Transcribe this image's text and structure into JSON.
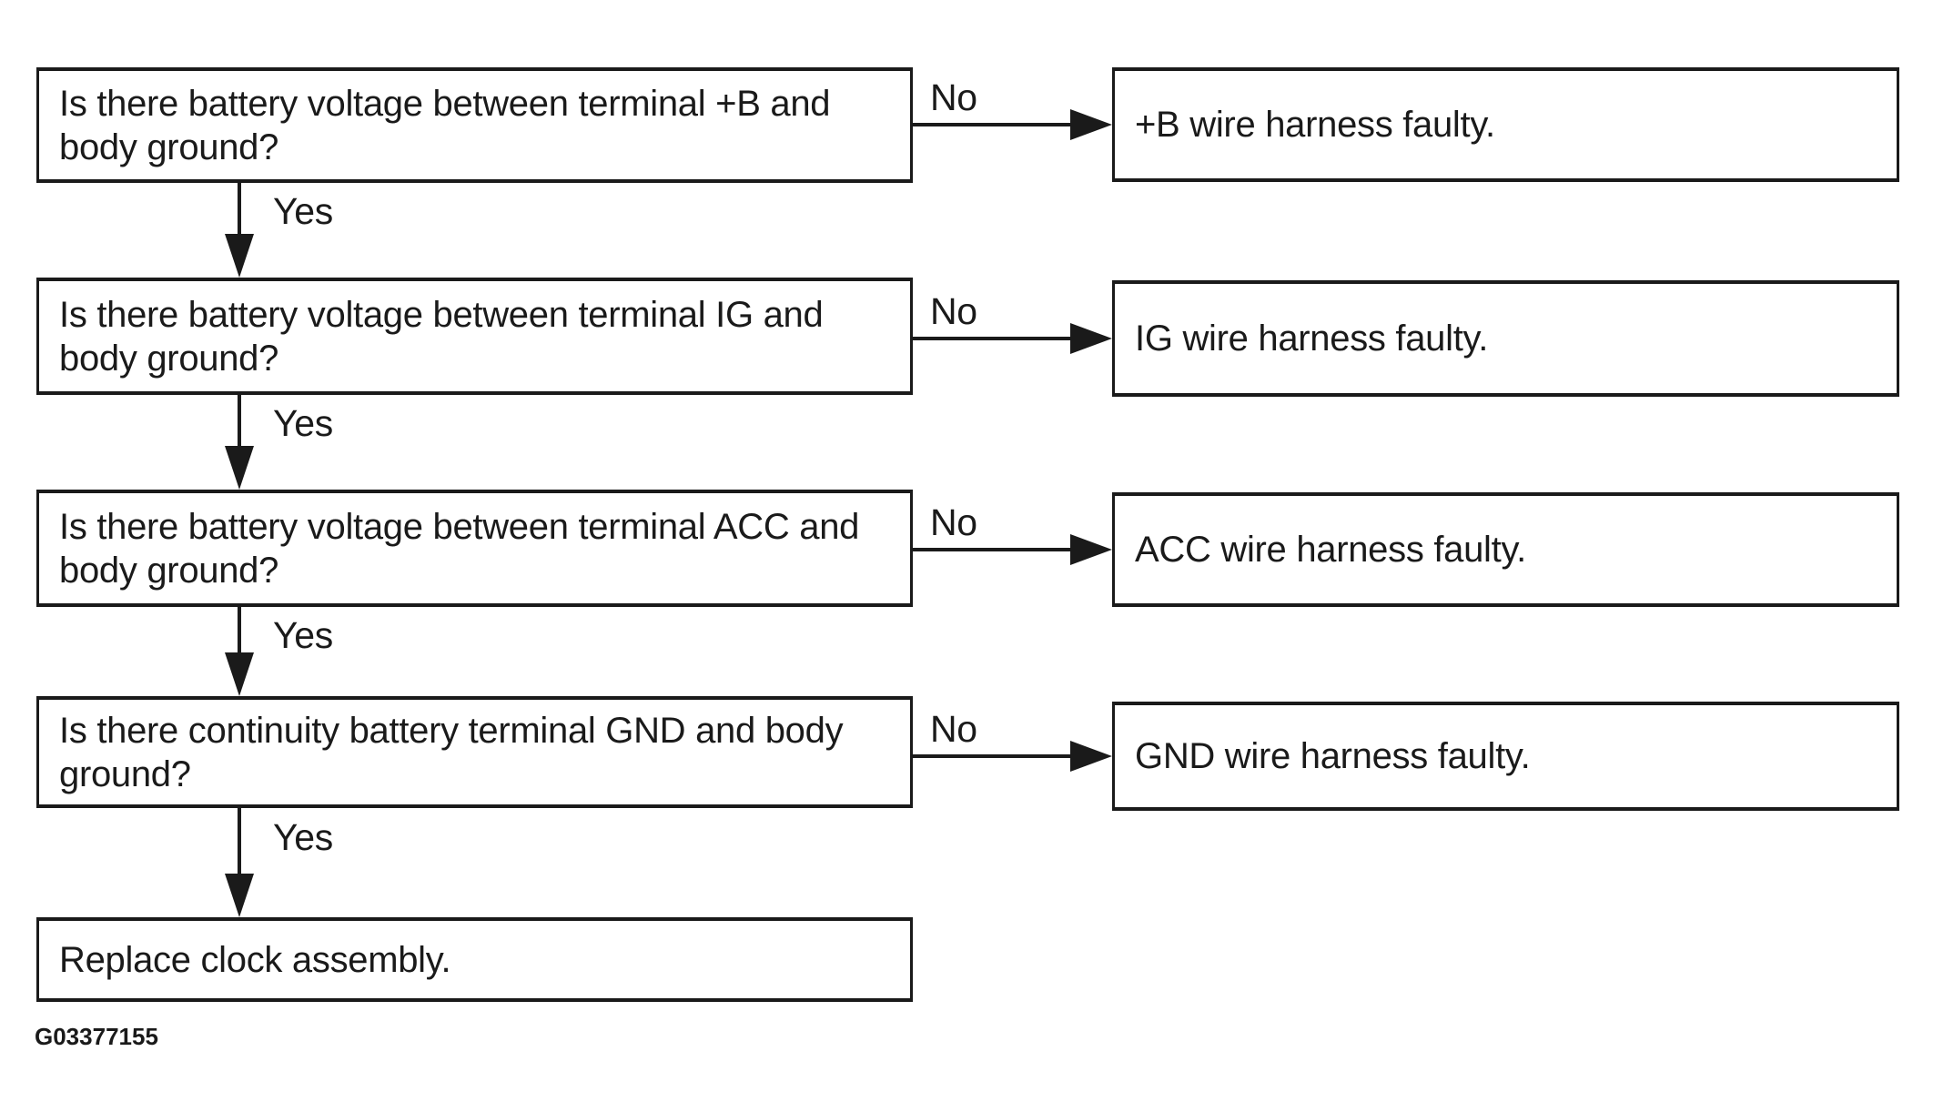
{
  "figure": {
    "id_label": "G03377155"
  },
  "labels": {
    "yes": "Yes",
    "no": "No"
  },
  "flow": {
    "steps": [
      {
        "terminal": "+B",
        "question_lines": [
          "Is there battery voltage between terminal +B and",
          "body ground?"
        ],
        "no_result": "+B wire harness faulty."
      },
      {
        "terminal": "IG",
        "question_lines": [
          "Is there battery voltage between terminal IG and",
          "body ground?"
        ],
        "no_result": "IG wire harness faulty."
      },
      {
        "terminal": "ACC",
        "question_lines": [
          "Is there battery voltage between terminal ACC and",
          "body ground?"
        ],
        "no_result": "ACC wire harness faulty."
      },
      {
        "terminal": "GND",
        "question_lines": [
          "Is there continuity battery terminal GND and body",
          "ground?"
        ],
        "no_result": "GND wire harness faulty."
      }
    ],
    "final_action": "Replace clock assembly."
  },
  "colors": {
    "ink": "#1a1a1a",
    "paper": "#ffffff"
  }
}
